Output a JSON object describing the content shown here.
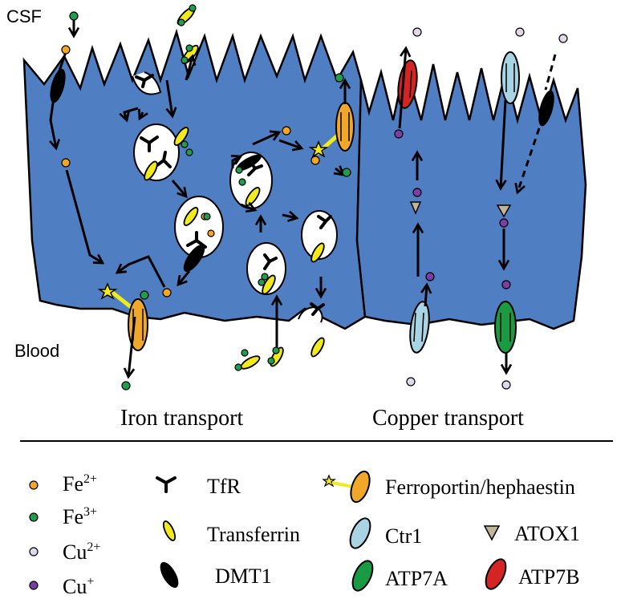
{
  "labels": {
    "csf": "CSF",
    "blood": "Blood",
    "iron_transport": "Iron transport",
    "copper_transport": "Copper transport"
  },
  "legend": {
    "fe2_base": "Fe",
    "fe2_sup": "2+",
    "fe3_base": "Fe",
    "fe3_sup": "3+",
    "cu2_base": "Cu",
    "cu2_sup": "2+",
    "cu1_base": "Cu",
    "cu1_sup": "+",
    "tfr": "TfR",
    "transferrin": "Transferrin",
    "dmt1": "DMT1",
    "ferroportin": "Ferroportin/hephaestin",
    "ctr1": "Ctr1",
    "atp7a": "ATP7A",
    "atox1": "ATOX1",
    "atp7b": "ATP7B"
  },
  "colors": {
    "cell_fill": "#4f7fc2",
    "fe2": "#f5a623",
    "fe3": "#1f9e4f",
    "cu2": "#e2d8ec",
    "cu1": "#7a3fa0",
    "transferrin": "#f2ea1c",
    "ferroportin": "#f0a82a",
    "ctr1": "#a9d4e4",
    "atp7a": "#1a9a43",
    "atp7b": "#d42424",
    "atox1": "#bfb59a",
    "hephaestin_link": "#f2ea1c"
  }
}
